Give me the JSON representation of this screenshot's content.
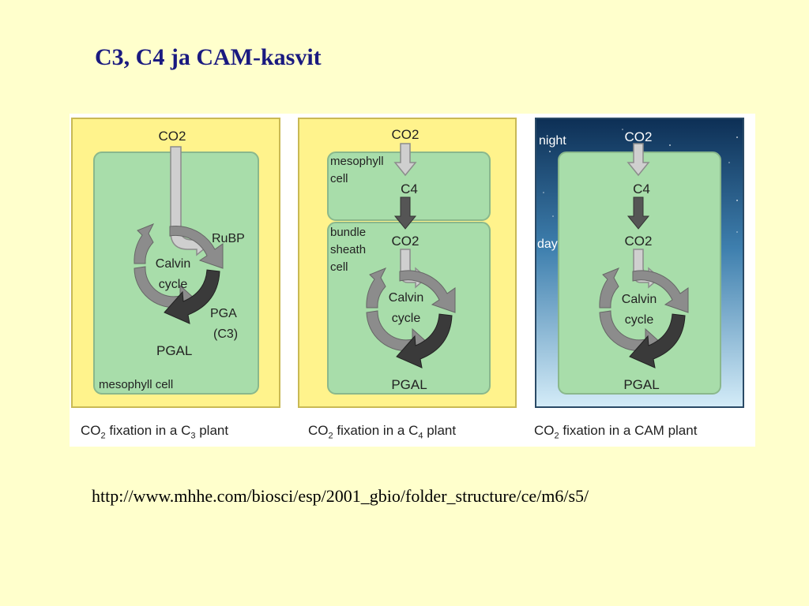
{
  "slide_title": "C3, C4 ja CAM-kasvit",
  "source_url": "http://www.mhhe.com/biosci/esp/2001_gbio/folder_structure/ce/m6/s5/",
  "colors": {
    "slide_bg": "#ffffcc",
    "panel_yellow": "#fff38c",
    "cell_green": "#a8ddaa",
    "cam_sky_top": "#0d2f55",
    "cam_sky_bottom": "#cfe9f8",
    "title": "#1a1a80"
  },
  "panels": [
    {
      "co2_top": "CO2",
      "rubp": "RuBP",
      "calvin_1": "Calvin",
      "calvin_2": "cycle",
      "pga": "PGA",
      "pga_c3": "(C3)",
      "pgal": "PGAL",
      "cell_label": "mesophyll cell",
      "caption": {
        "pre": "CO",
        "sub1": "2",
        "mid": " fixation in a C",
        "sub2": "3",
        "post": " plant"
      }
    },
    {
      "co2_top": "CO2",
      "mesophyll_1": "mesophyll",
      "mesophyll_2": "cell",
      "c4": "C4",
      "bundle_1": "bundle",
      "bundle_2": "sheath",
      "bundle_3": "cell",
      "co2_mid": "CO2",
      "calvin_1": "Calvin",
      "calvin_2": "cycle",
      "pgal": "PGAL",
      "caption": {
        "pre": "CO",
        "sub1": "2",
        "mid": " fixation in a C",
        "sub2": "4",
        "post": "  plant"
      }
    },
    {
      "night": "night",
      "day": "day",
      "co2_top": "CO2",
      "c4": "C4",
      "co2_mid": "CO2",
      "calvin_1": "Calvin",
      "calvin_2": "cycle",
      "pgal": "PGAL",
      "caption": {
        "pre": "CO",
        "sub1": "2",
        "mid": " fixation in a CAM plant",
        "sub2": "",
        "post": ""
      }
    }
  ]
}
